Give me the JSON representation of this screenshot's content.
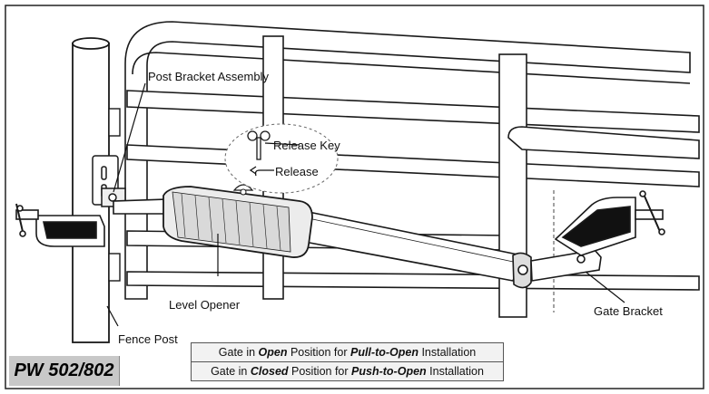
{
  "labels": {
    "post_bracket": "Post Bracket Assembly",
    "release_key": "Release Key",
    "release": "Release",
    "level_opener": "Level Opener",
    "fence_post": "Fence Post",
    "gate_bracket": "Gate Bracket"
  },
  "model": "PW 502/802",
  "caption": {
    "row1": {
      "a": "Gate in ",
      "b": "Open",
      "c": " Position for ",
      "d": "Pull-to-Open",
      "e": " Installation"
    },
    "row2": {
      "a": "Gate in ",
      "b": "Closed",
      "c": " Position for ",
      "d": "Push-to-Open",
      "e": " Installation"
    }
  },
  "colors": {
    "line": "#1a1a1a",
    "panel": "#c8c8c8",
    "fill_light": "#f4f4f4",
    "fill_mid": "#d9d9d9"
  }
}
